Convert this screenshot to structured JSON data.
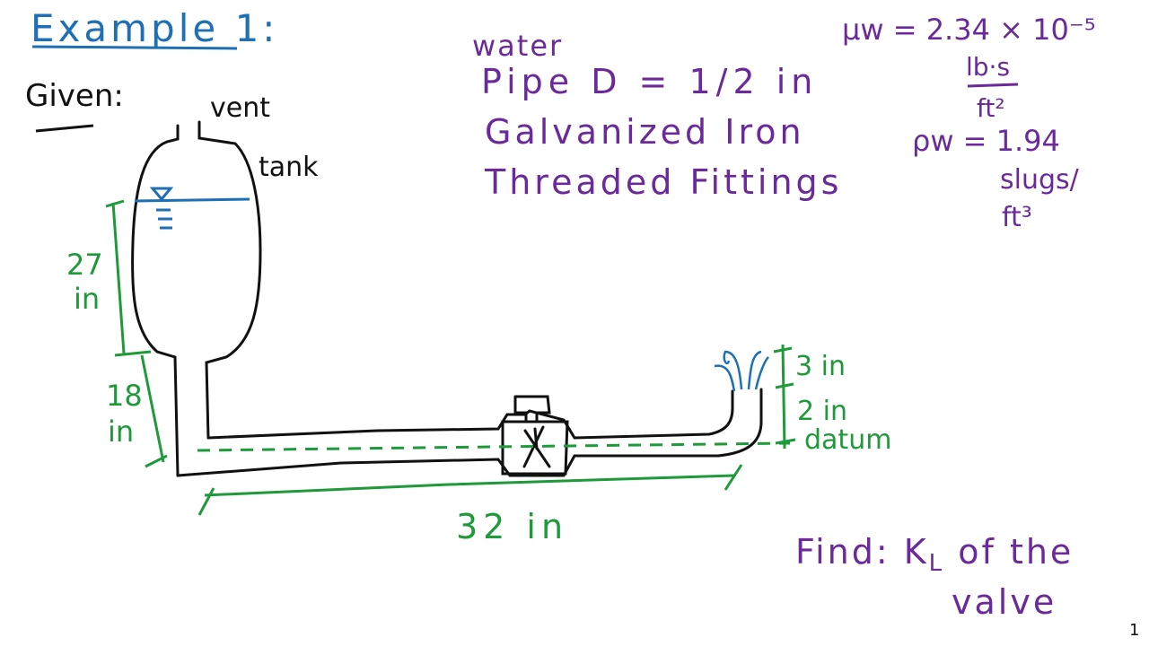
{
  "title": "Example 1:",
  "given_label": "Given:",
  "tank": {
    "vent_label": "vent",
    "tank_label": "tank"
  },
  "dimensions": {
    "height_above_outlet": "27",
    "height_above_outlet_unit": "in",
    "height_to_pipe": "18",
    "height_to_pipe_unit": "in",
    "horizontal_length": "32 in",
    "jet_height": "3 in",
    "outlet_height": "2 in",
    "datum_label": "datum"
  },
  "given": {
    "fluid": "water",
    "pipe_diameter": "Pipe D = 1/2 in",
    "material": "Galvanized Iron",
    "fittings": "Threaded Fittings",
    "viscosity_lhs": "μw = 2.34 × 10⁻⁵",
    "viscosity_units_num": "lb·s",
    "viscosity_units_den": "ft²",
    "density_lhs": "ρw = 1.94",
    "density_units_num": "slugs/",
    "density_units_den": "ft³"
  },
  "find": {
    "line1": "Find: K",
    "subscript": "L",
    "line1_rest": " of the",
    "line2": "valve"
  },
  "page_number": "1",
  "colors": {
    "blue": "#1f6fb5",
    "purple": "#6a2a9a",
    "green": "#1f9a3a",
    "black": "#111111"
  }
}
